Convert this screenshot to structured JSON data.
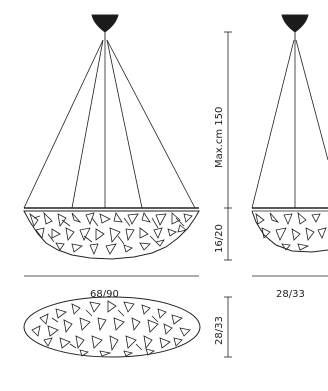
{
  "labels": {
    "max_height": "Max.cm 150",
    "body_height": "16/20",
    "width_large": "68/90",
    "width_small": "28/33",
    "plan_depth": "28/33"
  },
  "colors": {
    "line": "#222222",
    "fill": "#ffffff"
  }
}
